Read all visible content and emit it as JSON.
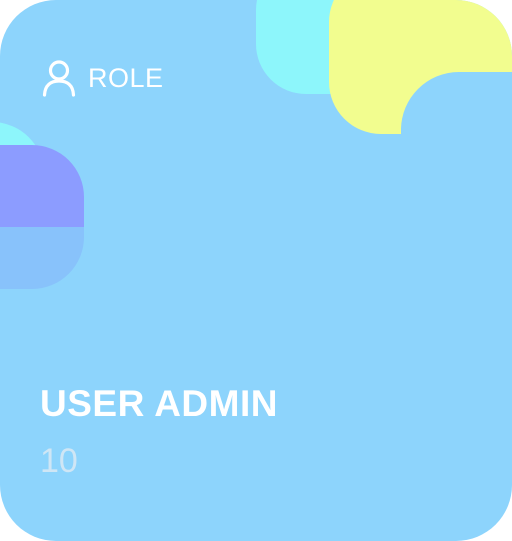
{
  "card": {
    "category_label": "ROLE",
    "category_icon": "user-icon",
    "title": "USER ADMIN",
    "count": "10"
  },
  "colors": {
    "card_background": "#8dd4fc",
    "cyan": "#8df6fb",
    "yellow": "#f2fd8f",
    "indigo": "#8c9cff",
    "steel": "#88c2fb",
    "text": "#ffffff",
    "count_text": "#cfe6f5"
  }
}
